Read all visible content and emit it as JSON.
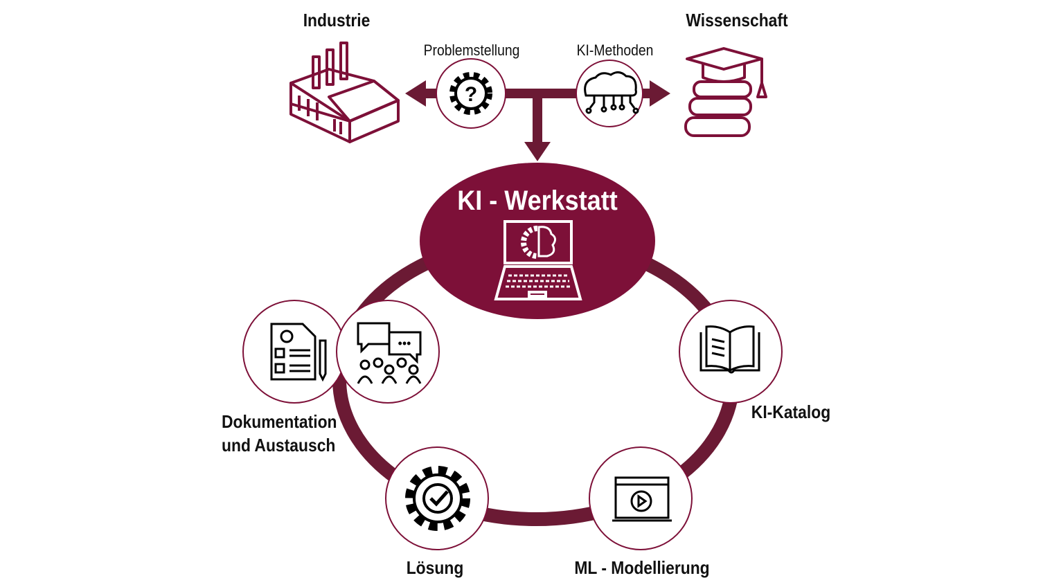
{
  "colors": {
    "primary": "#7d1038",
    "ring": "#6b1a34",
    "outline": "#7d1038"
  },
  "top": {
    "industry_label": "Industrie",
    "science_label": "Wissenschaft",
    "problem_label": "Problemstellung",
    "methods_label": "KI-Methoden"
  },
  "center": {
    "title": "KI - Werkstatt"
  },
  "cycle": {
    "documentation_line1": "Dokumentation",
    "documentation_line2": "und Austausch",
    "catalog_label": "KI-Katalog",
    "solution_label": "Lösung",
    "modeling_label": "ML - Modellierung"
  }
}
